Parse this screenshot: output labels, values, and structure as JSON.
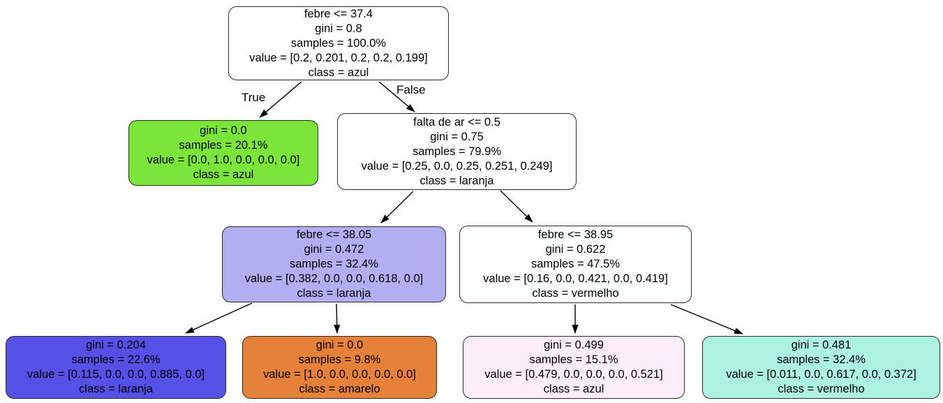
{
  "diagram": {
    "type": "decision-tree",
    "edge_labels": {
      "true": "True",
      "false": "False"
    },
    "colors": {
      "node_border": "#2b2b2b",
      "edge": "#000000",
      "green": "#7be539",
      "purple": "#b1aff1",
      "dark_blue": "#5551e6",
      "orange": "#e6813a",
      "pink": "#fbeef8",
      "teal": "#adf2e1",
      "white": "#ffffff",
      "near_white": "#fdfefe"
    },
    "nodes": [
      {
        "id": "root",
        "fill": "#ffffff",
        "lines": [
          "febre <= 37.4",
          "gini = 0.8",
          "samples = 100.0%",
          "value = [0.2, 0.201, 0.2, 0.2, 0.199]",
          "class = azul"
        ]
      },
      {
        "id": "leaf-green",
        "fill": "#7be539",
        "lines": [
          "gini = 0.0",
          "samples = 20.1%",
          "value = [0.0, 1.0, 0.0, 0.0, 0.0]",
          "class = azul"
        ]
      },
      {
        "id": "falta-de-ar",
        "fill": "#ffffff",
        "lines": [
          "falta de ar <= 0.5",
          "gini = 0.75",
          "samples = 79.9%",
          "value = [0.25, 0.0, 0.25, 0.251, 0.249]",
          "class = laranja"
        ]
      },
      {
        "id": "febre-38-05",
        "fill": "#b1aff1",
        "lines": [
          "febre <= 38.05",
          "gini = 0.472",
          "samples = 32.4%",
          "value = [0.382, 0.0, 0.0, 0.618, 0.0]",
          "class = laranja"
        ]
      },
      {
        "id": "febre-38-95",
        "fill": "#fdfefe",
        "lines": [
          "febre <= 38.95",
          "gini = 0.622",
          "samples = 47.5%",
          "value = [0.16, 0.0, 0.421, 0.0, 0.419]",
          "class = vermelho"
        ]
      },
      {
        "id": "leaf-blue",
        "fill": "#5551e6",
        "lines": [
          "gini = 0.204",
          "samples = 22.6%",
          "value = [0.115, 0.0, 0.0, 0.885, 0.0]",
          "class = laranja"
        ]
      },
      {
        "id": "leaf-orange",
        "fill": "#e6813a",
        "lines": [
          "gini = 0.0",
          "samples = 9.8%",
          "value = [1.0, 0.0, 0.0, 0.0, 0.0]",
          "class = amarelo"
        ]
      },
      {
        "id": "leaf-pink",
        "fill": "#fbeef8",
        "lines": [
          "gini = 0.499",
          "samples = 15.1%",
          "value = [0.479, 0.0, 0.0, 0.0, 0.521]",
          "class = azul"
        ]
      },
      {
        "id": "leaf-teal",
        "fill": "#adf2e1",
        "lines": [
          "gini = 0.481",
          "samples = 32.4%",
          "value = [0.011, 0.0, 0.617, 0.0, 0.372]",
          "class = vermelho"
        ]
      }
    ]
  }
}
